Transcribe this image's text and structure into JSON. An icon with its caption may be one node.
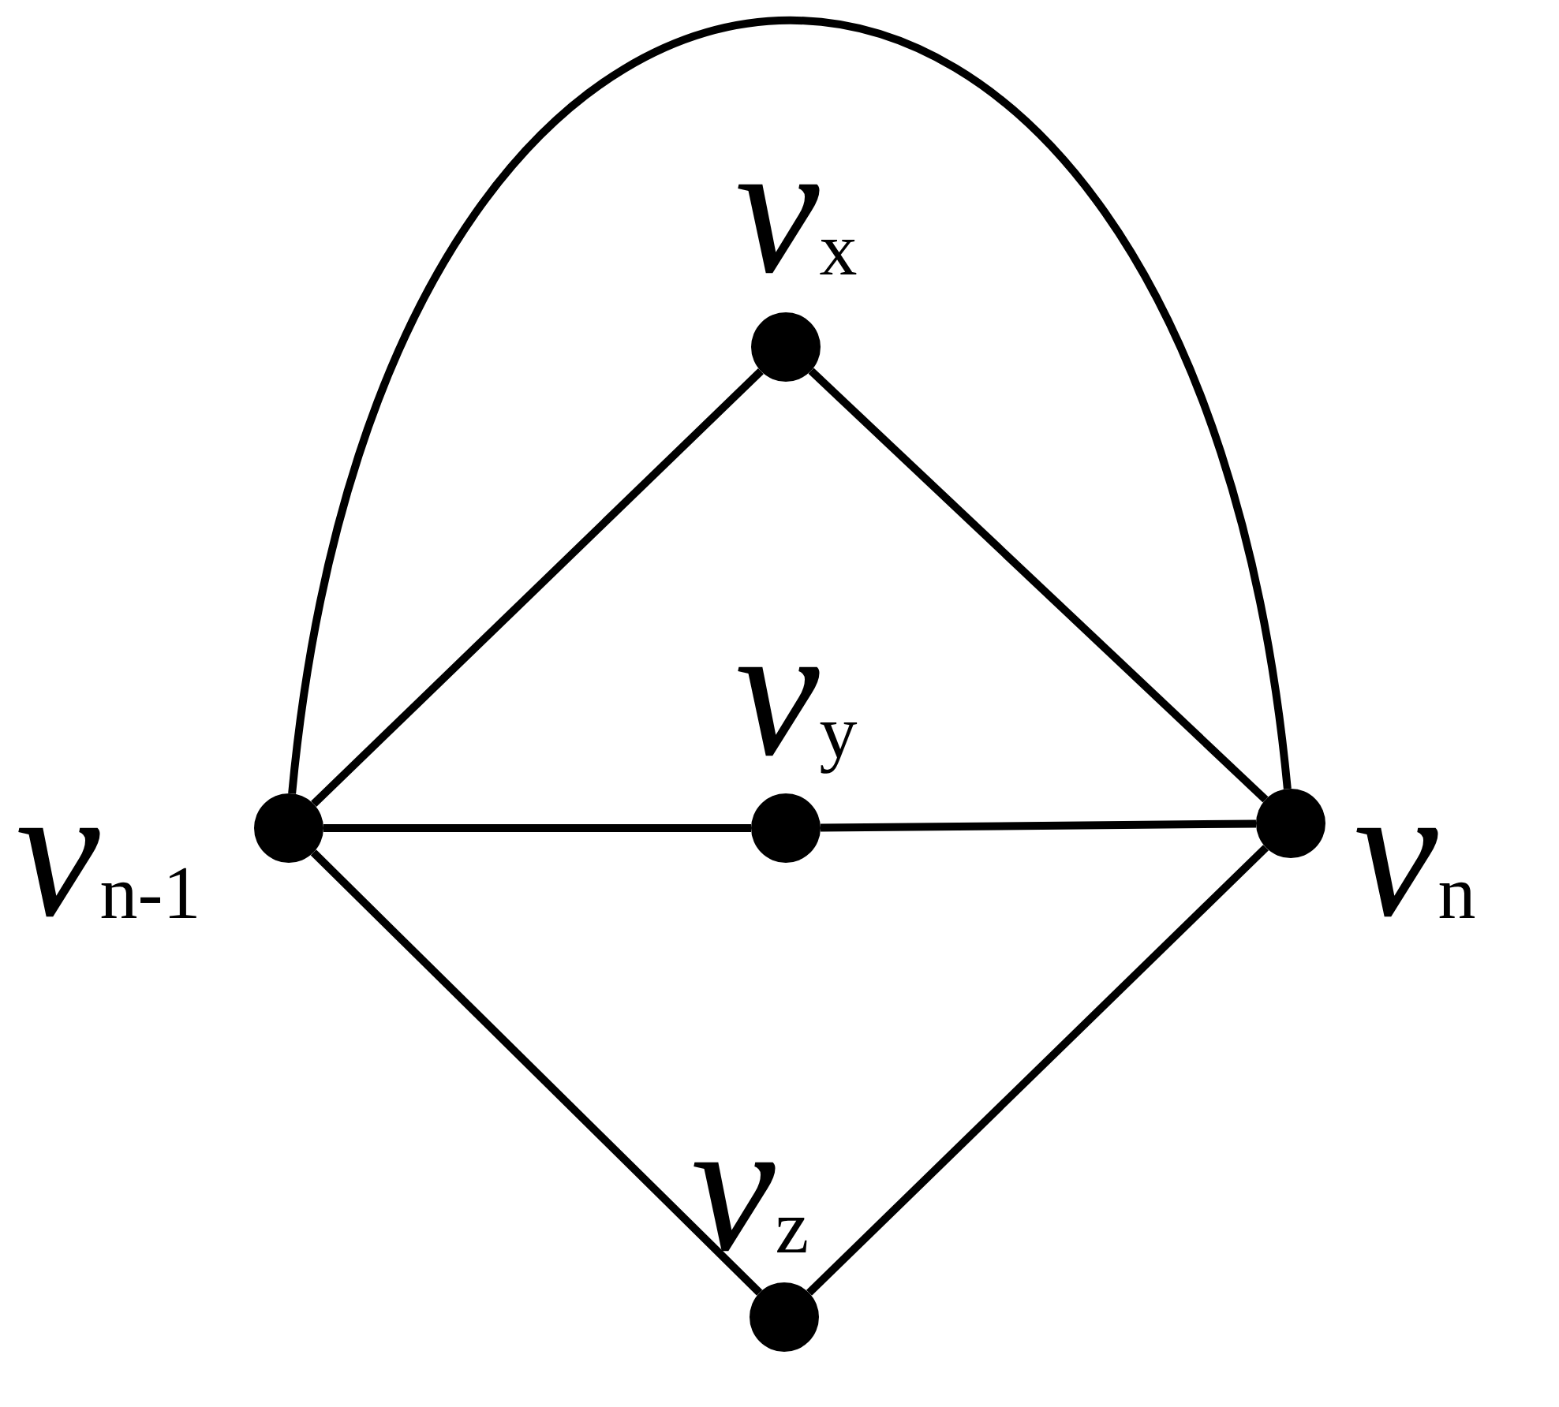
{
  "diagram": {
    "nodes": [
      {
        "text": [],
        "shape": "circle",
        "beside": [
          "*v*$_{x}$"
        ]
      },
      {
        "text": [],
        "shape": "circle",
        "beside": [
          "*v*$_{n-1}$"
        ]
      },
      {
        "text": [],
        "shape": "circle",
        "beside": [
          "*v*$_{y}$"
        ]
      },
      {
        "text": [],
        "shape": "circle",
        "beside": [
          "*v*$_{n}$"
        ]
      },
      {
        "text": [],
        "shape": "circle",
        "beside": [
          "*v*$_{z}$"
        ]
      }
    ],
    "edges": [
      {
        "from": 1,
        "to": 0,
        "arrow": "none"
      },
      {
        "from": 0,
        "to": 3,
        "arrow": "none"
      },
      {
        "from": 1,
        "to": 2,
        "arrow": "none"
      },
      {
        "from": 2,
        "to": 3,
        "arrow": "none"
      },
      {
        "from": 1,
        "to": 4,
        "arrow": "none"
      },
      {
        "from": 4,
        "to": 3,
        "arrow": "none"
      },
      {
        "from": 1,
        "to": 3,
        "arrow": "none"
      }
    ]
  }
}
